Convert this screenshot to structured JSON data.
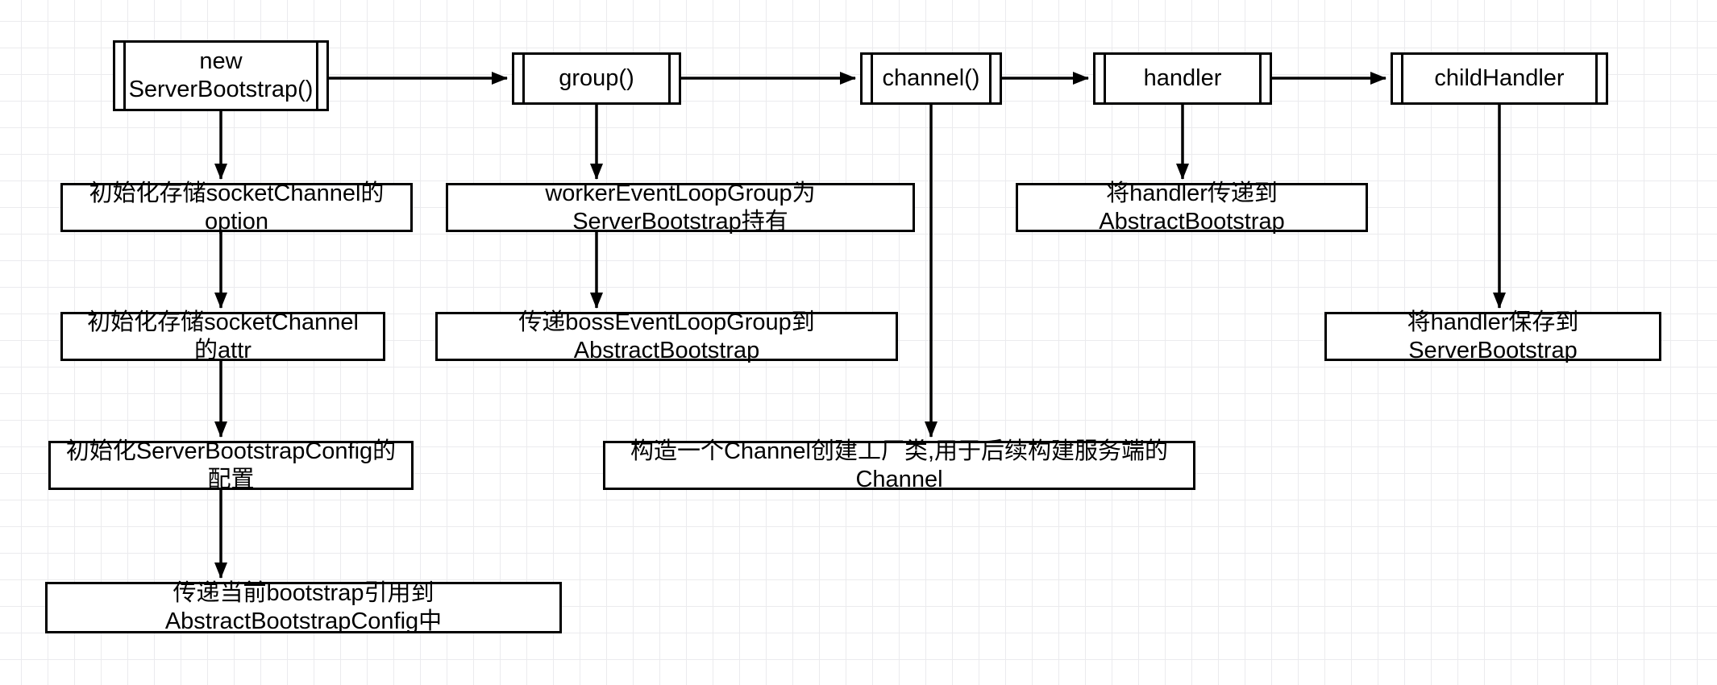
{
  "diagram": {
    "title": "ServerBootstrap initialization flowchart",
    "colors": {
      "stroke": "#000000",
      "fill": "#ffffff",
      "grid": "#ebebee"
    },
    "nodes": {
      "new_serverbootstrap": {
        "label": "new\nServerBootstrap()"
      },
      "group": {
        "label": "group()"
      },
      "channel": {
        "label": "channel()"
      },
      "handler": {
        "label": "handler"
      },
      "child_handler": {
        "label": "childHandler"
      },
      "init_option": {
        "label": "初始化存储socketChannel的option"
      },
      "init_attr": {
        "label": "初始化存储socketChannel的attr"
      },
      "init_config": {
        "label": "初始化ServerBootstrapConfig的配置"
      },
      "pass_bootstrap_ref": {
        "label": "传递当前bootstrap引用到AbstractBootstrapConfig中"
      },
      "worker_group_held": {
        "label": "workerEventLoopGroup为ServerBootstrap持有"
      },
      "pass_boss_group": {
        "label": "传递bossEventLoopGroup到AbstractBootstrap"
      },
      "channel_factory": {
        "label": "构造一个Channel创建工厂类,用于后续构建服务端的Channel"
      },
      "pass_handler": {
        "label": "将handler传递到AbstractBootstrap"
      },
      "save_handler": {
        "label": "将handler保存到ServerBootstrap"
      }
    }
  }
}
